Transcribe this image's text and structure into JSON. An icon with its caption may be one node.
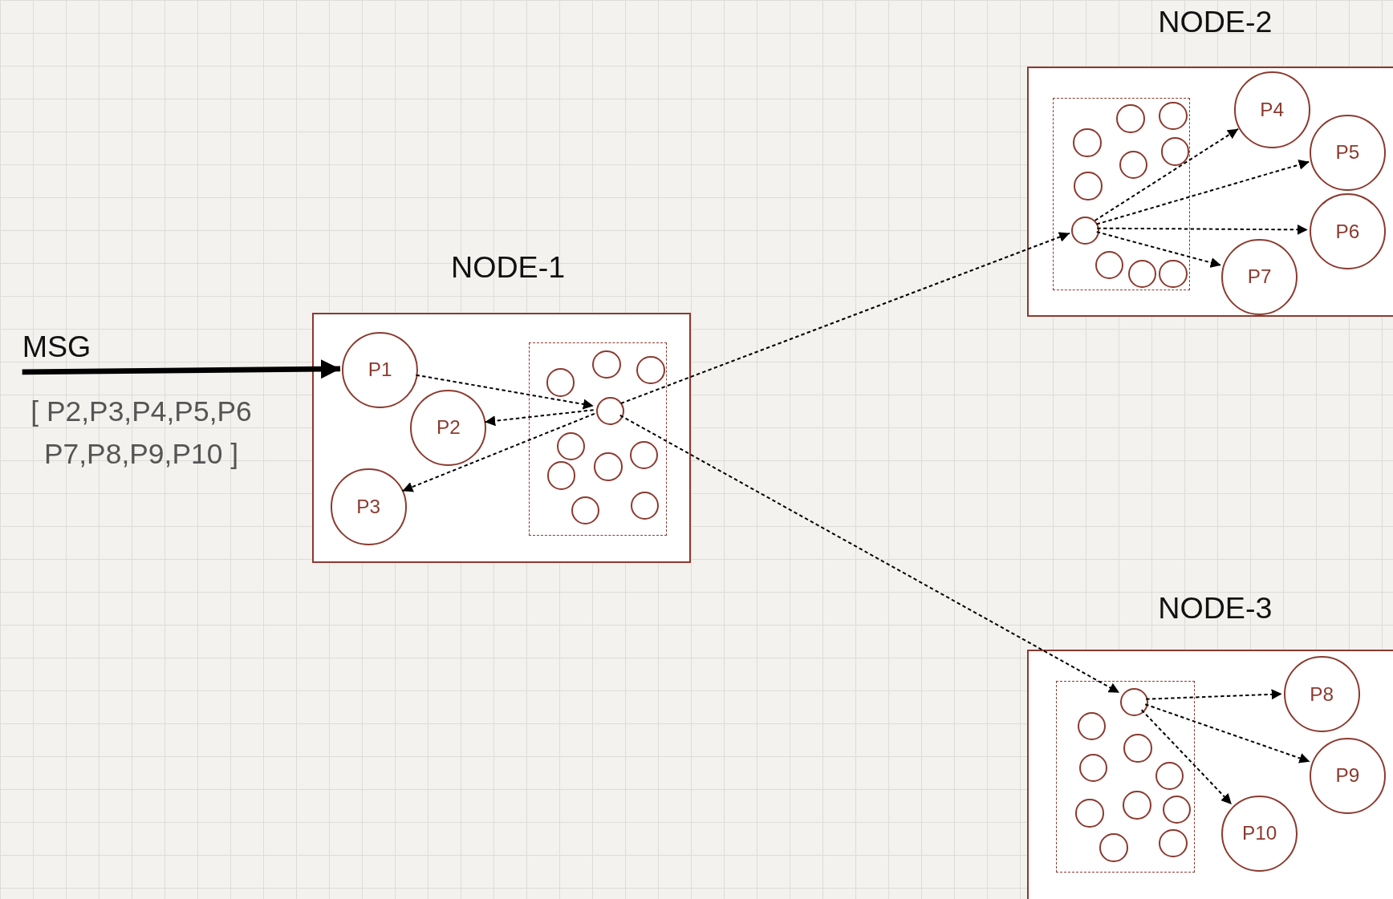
{
  "diagram": {
    "nodes": [
      {
        "text": [
          "NODE-1"
        ]
      },
      {
        "text": [],
        "shape": "box",
        "in": 0
      },
      {
        "text": [
          "P1"
        ],
        "in": 0
      },
      {
        "text": [
          "P2"
        ],
        "in": 0
      },
      {
        "text": [
          "P3"
        ],
        "in": 0
      },
      {
        "text": [],
        "shape": "circle",
        "in": 1
      },
      {
        "text": [],
        "shape": "circle",
        "in": 1
      },
      {
        "text": [],
        "shape": "circle",
        "in": 1
      },
      {
        "text": [],
        "shape": "circle",
        "in": 1
      },
      {
        "text": [],
        "shape": "circle",
        "in": 1
      },
      {
        "text": [],
        "shape": "circle",
        "in": 1
      },
      {
        "text": [],
        "shape": "circle",
        "in": 1
      },
      {
        "text": [],
        "shape": "circle",
        "in": 1
      },
      {
        "text": [],
        "shape": "circle",
        "in": 1
      },
      {
        "text": [],
        "shape": "circle",
        "in": 1
      },
      {
        "text": [
          "NODE-2"
        ]
      },
      {
        "text": [],
        "shape": "box",
        "in": 15
      },
      {
        "text": [],
        "shape": "circle",
        "in": 16
      },
      {
        "text": [],
        "shape": "circle",
        "in": 16
      },
      {
        "text": [],
        "shape": "circle",
        "in": 16
      },
      {
        "text": [],
        "shape": "circle",
        "in": 16
      },
      {
        "text": [],
        "shape": "circle",
        "in": 16
      },
      {
        "text": [],
        "shape": "circle",
        "in": 16
      },
      {
        "text": [],
        "shape": "circle",
        "in": 16
      },
      {
        "text": [],
        "shape": "circle",
        "in": 16
      },
      {
        "text": [],
        "shape": "circle",
        "in": 16
      },
      {
        "text": [],
        "shape": "circle",
        "in": 16
      },
      {
        "text": [
          "P4"
        ],
        "in": 15
      },
      {
        "text": [
          "P5"
        ],
        "in": 15
      },
      {
        "text": [
          "P6"
        ],
        "in": 15
      },
      {
        "text": [
          "P7"
        ],
        "in": 15
      },
      {
        "text": [
          "NODE-3"
        ]
      },
      {
        "text": [],
        "shape": "box",
        "in": 31
      },
      {
        "text": [],
        "shape": "circle",
        "in": 32
      },
      {
        "text": [],
        "shape": "circle",
        "in": 32
      },
      {
        "text": [],
        "shape": "circle",
        "in": 32
      },
      {
        "text": [],
        "shape": "circle",
        "in": 32
      },
      {
        "text": [],
        "shape": "circle",
        "in": 32
      },
      {
        "text": [],
        "shape": "circle",
        "in": 32
      },
      {
        "text": [],
        "shape": "circle",
        "in": 32
      },
      {
        "text": [],
        "shape": "circle",
        "in": 32
      },
      {
        "text": [],
        "shape": "circle",
        "in": 32
      },
      {
        "text": [],
        "shape": "circle",
        "in": 32
      },
      {
        "text": [
          "P8"
        ],
        "in": 31
      },
      {
        "text": [
          "P9"
        ],
        "in": 31
      },
      {
        "text": [
          "P10"
        ],
        "in": 31
      }
    ],
    "edges": [
      {
        "from": null,
        "to": 2,
        "arrow": "to",
        "style": "thick"
      },
      {
        "from": 2,
        "to": 8,
        "arrow": "to",
        "style": "dashed"
      },
      {
        "from": 8,
        "to": 3,
        "arrow": "to",
        "style": "dashed"
      },
      {
        "from": 8,
        "to": 4,
        "arrow": "to",
        "style": "dashed"
      },
      {
        "from": 8,
        "to": 24,
        "arrow": "to",
        "style": "dashed"
      },
      {
        "from": 8,
        "to": 33,
        "arrow": "to",
        "style": "dashed"
      },
      {
        "from": 24,
        "to": 27,
        "arrow": "to",
        "style": "dashed"
      },
      {
        "from": 24,
        "to": 28,
        "arrow": "to",
        "style": "dashed"
      },
      {
        "from": 24,
        "to": 29,
        "arrow": "to",
        "style": "dashed"
      },
      {
        "from": 24,
        "to": 30,
        "arrow": "to",
        "style": "dashed"
      },
      {
        "from": 33,
        "to": 43,
        "arrow": "to",
        "style": "dashed"
      },
      {
        "from": 33,
        "to": 44,
        "arrow": "to",
        "style": "dashed"
      },
      {
        "from": 33,
        "to": 45,
        "arrow": "to",
        "style": "dashed"
      }
    ],
    "labels": [
      "MSG",
      "[ P2,P3,P4,P5,P6 P7,P8,P9,P10 ]"
    ]
  }
}
